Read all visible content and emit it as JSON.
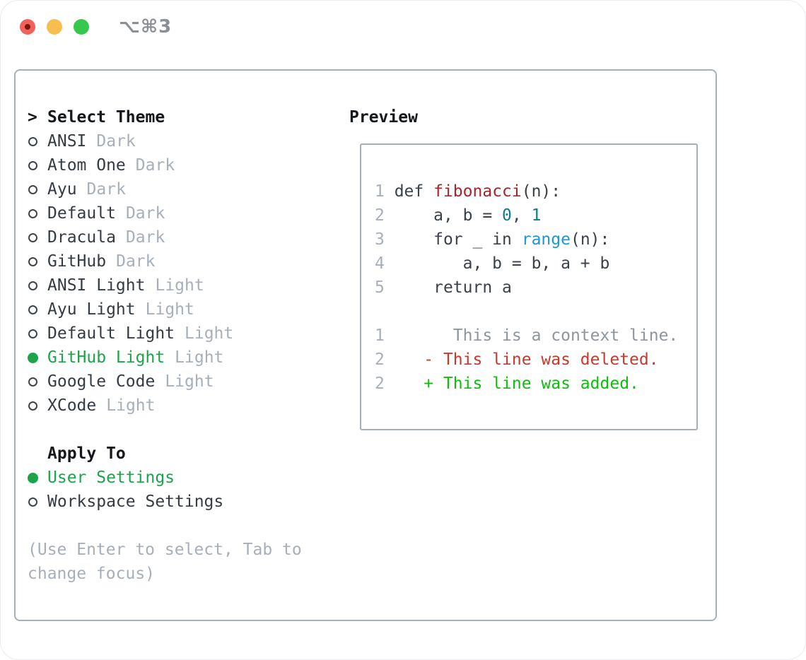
{
  "window": {
    "title_shortcut": "⌥⌘3",
    "traffic_lights": [
      {
        "name": "close",
        "color": "#f2625a",
        "dot_color": "#7a150f"
      },
      {
        "name": "minimize",
        "color": "#f7bd4f"
      },
      {
        "name": "zoom",
        "color": "#35c84c"
      }
    ]
  },
  "colors": {
    "selected_green": "#1ba44a",
    "muted_gray": "#a6afba",
    "text_dark": "#343b44",
    "heading_black": "#15181c",
    "panel_border": "#a6b0ba",
    "code_text": "#3a414a",
    "line_number_gray": "#a6afba",
    "function_red": "#a3282c",
    "number_teal": "#0e7e86",
    "builtin_blue": "#1e96d4",
    "diff_context_gray": "#8d959d",
    "diff_deleted_red": "#c8392c",
    "diff_added_green": "#0dbe0d"
  },
  "theme_panel": {
    "header": {
      "marker": ">",
      "label": "Select Theme"
    },
    "themes": [
      {
        "name": "ANSI",
        "variant": "Dark",
        "selected": false
      },
      {
        "name": "Atom One",
        "variant": "Dark",
        "selected": false
      },
      {
        "name": "Ayu",
        "variant": "Dark",
        "selected": false
      },
      {
        "name": "Default",
        "variant": "Dark",
        "selected": false
      },
      {
        "name": "Dracula",
        "variant": "Dark",
        "selected": false
      },
      {
        "name": "GitHub",
        "variant": "Dark",
        "selected": false
      },
      {
        "name": "ANSI Light",
        "variant": "Light",
        "selected": false
      },
      {
        "name": "Ayu Light",
        "variant": "Light",
        "selected": false
      },
      {
        "name": "Default Light",
        "variant": "Light",
        "selected": false
      },
      {
        "name": "GitHub Light",
        "variant": "Light",
        "selected": true
      },
      {
        "name": "Google Code",
        "variant": "Light",
        "selected": false
      },
      {
        "name": "XCode",
        "variant": "Light",
        "selected": false
      }
    ],
    "apply_to": {
      "label": "Apply To",
      "options": [
        {
          "label": "User Settings",
          "selected": true
        },
        {
          "label": "Workspace Settings",
          "selected": false
        }
      ]
    },
    "help_lines": [
      "(Use Enter to select, Tab to",
      "change focus)"
    ]
  },
  "preview": {
    "title": "Preview",
    "lines": [
      {
        "num": "1",
        "segments": [
          {
            "style": "code",
            "text": " def "
          },
          {
            "style": "fn",
            "text": "fibonacci"
          },
          {
            "style": "code",
            "text": "(n):"
          }
        ]
      },
      {
        "num": "2",
        "segments": [
          {
            "style": "code",
            "text": "     a, b = "
          },
          {
            "style": "num",
            "text": "0"
          },
          {
            "style": "code",
            "text": ", "
          },
          {
            "style": "num",
            "text": "1"
          }
        ]
      },
      {
        "num": "3",
        "segments": [
          {
            "style": "code",
            "text": "     for _ in "
          },
          {
            "style": "builtin",
            "text": "range"
          },
          {
            "style": "code",
            "text": "(n):"
          }
        ]
      },
      {
        "num": "4",
        "segments": [
          {
            "style": "code",
            "text": "        a, b = b, a + b"
          }
        ]
      },
      {
        "num": "5",
        "segments": [
          {
            "style": "code",
            "text": "     return a"
          }
        ]
      },
      {
        "num": "",
        "segments": []
      },
      {
        "num": "1",
        "segments": [
          {
            "style": "ctx",
            "text": "       This is a context line."
          }
        ]
      },
      {
        "num": "2",
        "segments": [
          {
            "style": "del",
            "text": "    - This line was deleted."
          }
        ]
      },
      {
        "num": "2",
        "segments": [
          {
            "style": "add",
            "text": "    + This line was added."
          }
        ]
      }
    ]
  }
}
